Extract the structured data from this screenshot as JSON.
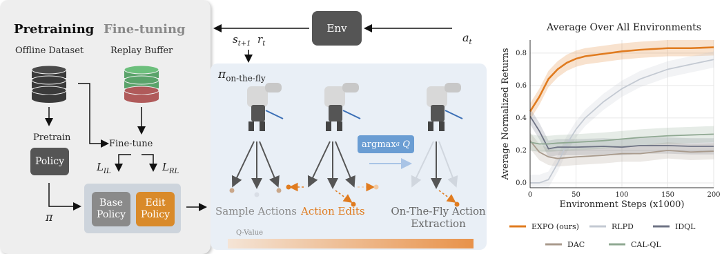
{
  "left_panel": {
    "pretraining_title": "Pretraining",
    "finetuning_title": "Fine-tuning",
    "offline_dataset": "Offline Dataset",
    "replay_buffer": "Replay Buffer",
    "pretrain": "Pretrain",
    "policy": "Policy",
    "finetune": "Fine-tune",
    "l_il": "L",
    "l_il_sub": "IL",
    "l_rl": "L",
    "l_rl_sub": "RL",
    "pi": "π",
    "base_policy": "Base Policy",
    "edit_policy": "Edit Policy"
  },
  "env": {
    "label": "Env",
    "s_label": "s",
    "s_sub": "t+1",
    "r_label": "r",
    "r_sub": "t",
    "a_label": "a",
    "a_sub": "t"
  },
  "middle_panel": {
    "pi_label": "π",
    "pi_sub": "on-the-fly",
    "argmax": "argmax",
    "argmax_sub": "a",
    "argmax_q": "Q",
    "sample_actions": "Sample Actions",
    "action_edits": "Action Edits",
    "extraction_line1": "On-The-Fly Action",
    "extraction_line2": "Extraction",
    "qvalue": "Q-Value"
  },
  "colors": {
    "orange": "#e07b1f",
    "dark_box": "#555555",
    "blue": "#6a9dd3"
  },
  "chart_data": {
    "type": "line",
    "title": "Average Over All Environments",
    "xlabel": "Environment Steps (x1000)",
    "ylabel": "Average Normalized Returns",
    "xlim": [
      0,
      200
    ],
    "ylim": [
      -0.03,
      0.88
    ],
    "xticks": [
      0,
      50,
      100,
      150,
      200
    ],
    "yticks": [
      0.0,
      0.2,
      0.4,
      0.6,
      0.8
    ],
    "legend_position": "bottom",
    "series": [
      {
        "name": "EXPO (ours)",
        "color": "#e07b1f",
        "x": [
          0,
          10,
          20,
          30,
          40,
          50,
          60,
          80,
          100,
          120,
          150,
          175,
          200
        ],
        "y": [
          0.44,
          0.53,
          0.64,
          0.7,
          0.74,
          0.765,
          0.78,
          0.795,
          0.81,
          0.82,
          0.83,
          0.83,
          0.835
        ]
      },
      {
        "name": "RLPD",
        "color": "#c3c9d2",
        "x": [
          0,
          10,
          20,
          30,
          40,
          50,
          60,
          80,
          100,
          120,
          150,
          175,
          200
        ],
        "y": [
          0.0,
          0.0,
          0.02,
          0.12,
          0.24,
          0.33,
          0.4,
          0.5,
          0.58,
          0.64,
          0.7,
          0.73,
          0.76
        ]
      },
      {
        "name": "IDQL",
        "color": "#6e7384",
        "x": [
          0,
          10,
          20,
          30,
          50,
          80,
          100,
          120,
          150,
          175,
          200
        ],
        "y": [
          0.41,
          0.32,
          0.21,
          0.22,
          0.22,
          0.225,
          0.22,
          0.23,
          0.23,
          0.225,
          0.225
        ]
      },
      {
        "name": "DAC",
        "color": "#a89a8c",
        "x": [
          0,
          10,
          20,
          30,
          50,
          80,
          100,
          120,
          150,
          175,
          200
        ],
        "y": [
          0.26,
          0.19,
          0.16,
          0.15,
          0.16,
          0.17,
          0.18,
          0.18,
          0.2,
          0.19,
          0.195
        ]
      },
      {
        "name": "CAL-QL",
        "color": "#8fa892",
        "x": [
          0,
          10,
          20,
          30,
          50,
          80,
          100,
          120,
          150,
          175,
          200
        ],
        "y": [
          0.25,
          0.24,
          0.24,
          0.245,
          0.25,
          0.26,
          0.27,
          0.28,
          0.29,
          0.295,
          0.3
        ]
      }
    ]
  }
}
